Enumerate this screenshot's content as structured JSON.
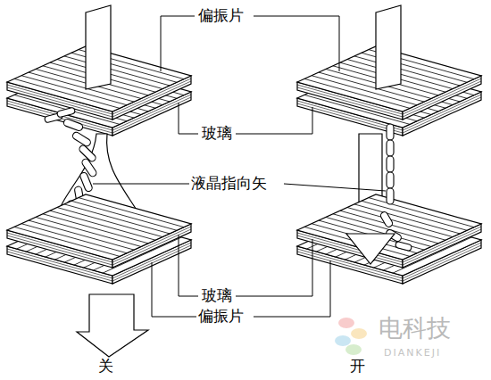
{
  "diagram": {
    "labels": [
      "偏振片",
      "玻璃",
      "液晶指向矢",
      "玻璃",
      "偏振片",
      "关",
      "开",
      "电科技",
      "DIANKEJI"
    ]
  }
}
